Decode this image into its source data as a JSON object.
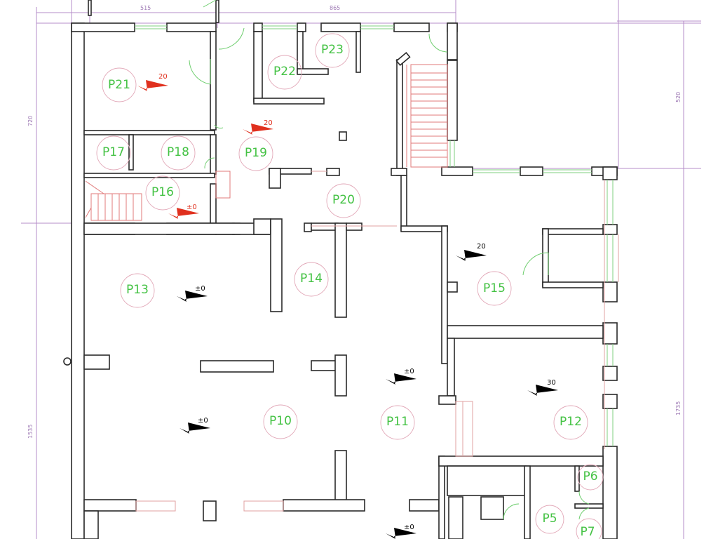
{
  "dimensions": {
    "top_left": "515",
    "top_right": "865",
    "left_upper": "720",
    "left_lower": "1535",
    "right_upper": "520",
    "right_lower": "1735"
  },
  "rooms": [
    {
      "id": "P21",
      "label": "P21"
    },
    {
      "id": "P22",
      "label": "P22"
    },
    {
      "id": "P23",
      "label": "P23"
    },
    {
      "id": "P19",
      "label": "P19"
    },
    {
      "id": "P17",
      "label": "P17"
    },
    {
      "id": "P18",
      "label": "P18"
    },
    {
      "id": "P16",
      "label": "P16"
    },
    {
      "id": "P20",
      "label": "P20"
    },
    {
      "id": "P13",
      "label": "P13"
    },
    {
      "id": "P14",
      "label": "P14"
    },
    {
      "id": "P15",
      "label": "P15"
    },
    {
      "id": "P10",
      "label": "P10"
    },
    {
      "id": "P11",
      "label": "P11"
    },
    {
      "id": "P12",
      "label": "P12"
    },
    {
      "id": "P6",
      "label": "P6"
    },
    {
      "id": "P5",
      "label": "P5"
    },
    {
      "id": "P7",
      "label": "P7"
    }
  ],
  "level_markers": [
    {
      "id": "m1",
      "value": "20",
      "color": "#e0301e"
    },
    {
      "id": "m2",
      "value": "20",
      "color": "#e0301e"
    },
    {
      "id": "m3",
      "value": "±0",
      "color": "#e0301e"
    },
    {
      "id": "m4",
      "value": "20",
      "color": "#000000"
    },
    {
      "id": "m5",
      "value": "±0",
      "color": "#000000"
    },
    {
      "id": "m6",
      "value": "±0",
      "color": "#000000"
    },
    {
      "id": "m7",
      "value": "30",
      "color": "#000000"
    },
    {
      "id": "m8",
      "value": "±0",
      "color": "#000000"
    },
    {
      "id": "m9",
      "value": "±0",
      "color": "#000000"
    }
  ],
  "colors": {
    "wall": "#2a2a2a",
    "room_label": "#44c244",
    "dimension": "#b58cc9",
    "window": "#7fcf7f",
    "marker_red": "#e0301e",
    "marker_black": "#000000"
  }
}
